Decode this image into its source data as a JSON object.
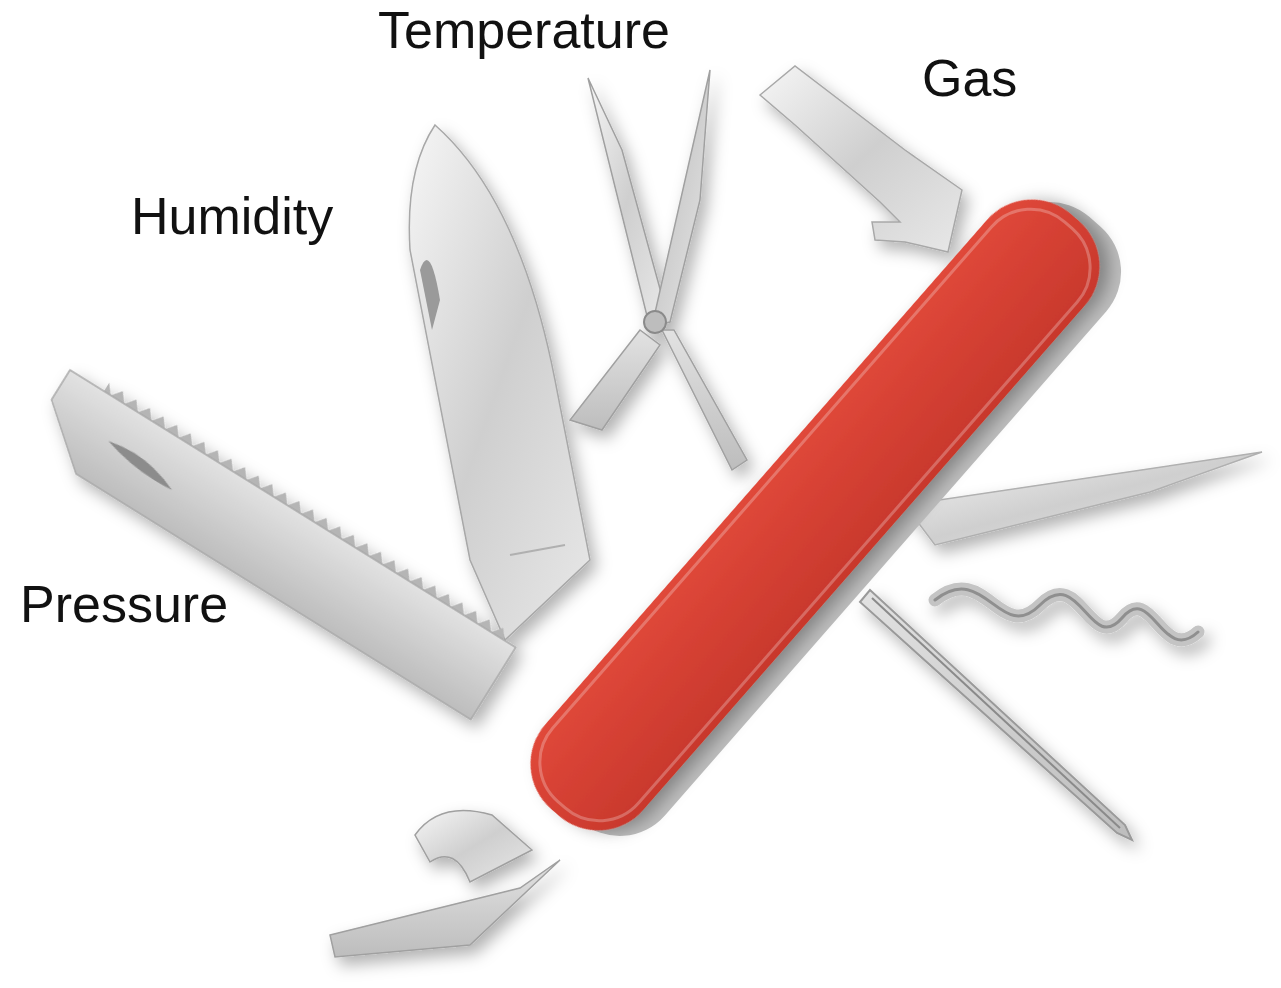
{
  "diagram": {
    "labels": [
      "Temperature",
      "Gas",
      "Humidity",
      "Pressure"
    ]
  }
}
